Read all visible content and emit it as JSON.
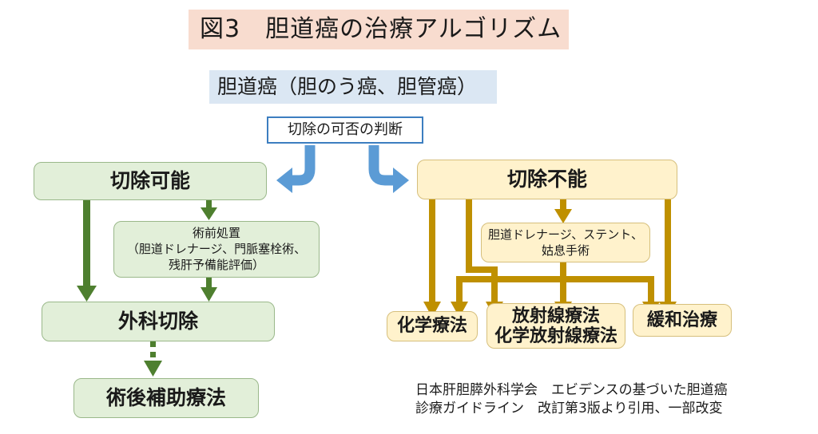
{
  "title": "図3　胆道癌の治療アルゴリズム",
  "subtitle": "胆道癌（胆のう癌、胆管癌）",
  "decision": "切除の可否の判断",
  "resectable": {
    "label": "切除可能",
    "preop": {
      "lines": [
        "術前処置",
        "（胆道ドレナージ、門脈塞栓術、",
        "残肝予備能評価）"
      ]
    },
    "surgery": "外科切除",
    "adjuvant": "術後補助療法"
  },
  "unresectable": {
    "label": "切除不能",
    "palliative_procedure": {
      "lines": [
        "胆道ドレナージ、ステント、",
        "姑息手術"
      ]
    },
    "chemo": "化学療法",
    "radio": {
      "lines": [
        "放射線療法",
        "化学放射線療法"
      ]
    },
    "palliative_care": "緩和治療"
  },
  "citation": {
    "lines": [
      "日本肝胆膵外科学会　エビデンスの基づいた胆道癌",
      "診療ガイドライン　改訂第3版より引用、一部改変"
    ]
  },
  "colors": {
    "title_bg": "#f8dccf",
    "subtitle_bg": "#dbe7f3",
    "decision_border": "#3c7ec0",
    "branch_arrow": "#5b9bd5",
    "resectable_fill": "#e2efd9",
    "resectable_arrow": "#4e7f2f",
    "unresectable_fill": "#fff2cc",
    "unresectable_arrow": "#bf9000"
  }
}
